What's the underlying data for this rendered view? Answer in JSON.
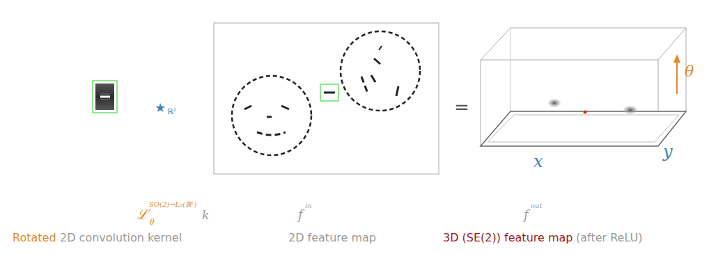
{
  "diagram": {
    "labels": [
      "★",
      "ℝ²",
      "=",
      "θ",
      "x",
      "y",
      "ℒ",
      "SO(2)→L₂(ℝ²)",
      "θ",
      "k",
      "Rotated",
      "2D convolution kernel",
      "f",
      "in",
      "2D feature map",
      "f",
      "out",
      "3D (SE(2)) feature map",
      "(after ReLU)"
    ]
  }
}
